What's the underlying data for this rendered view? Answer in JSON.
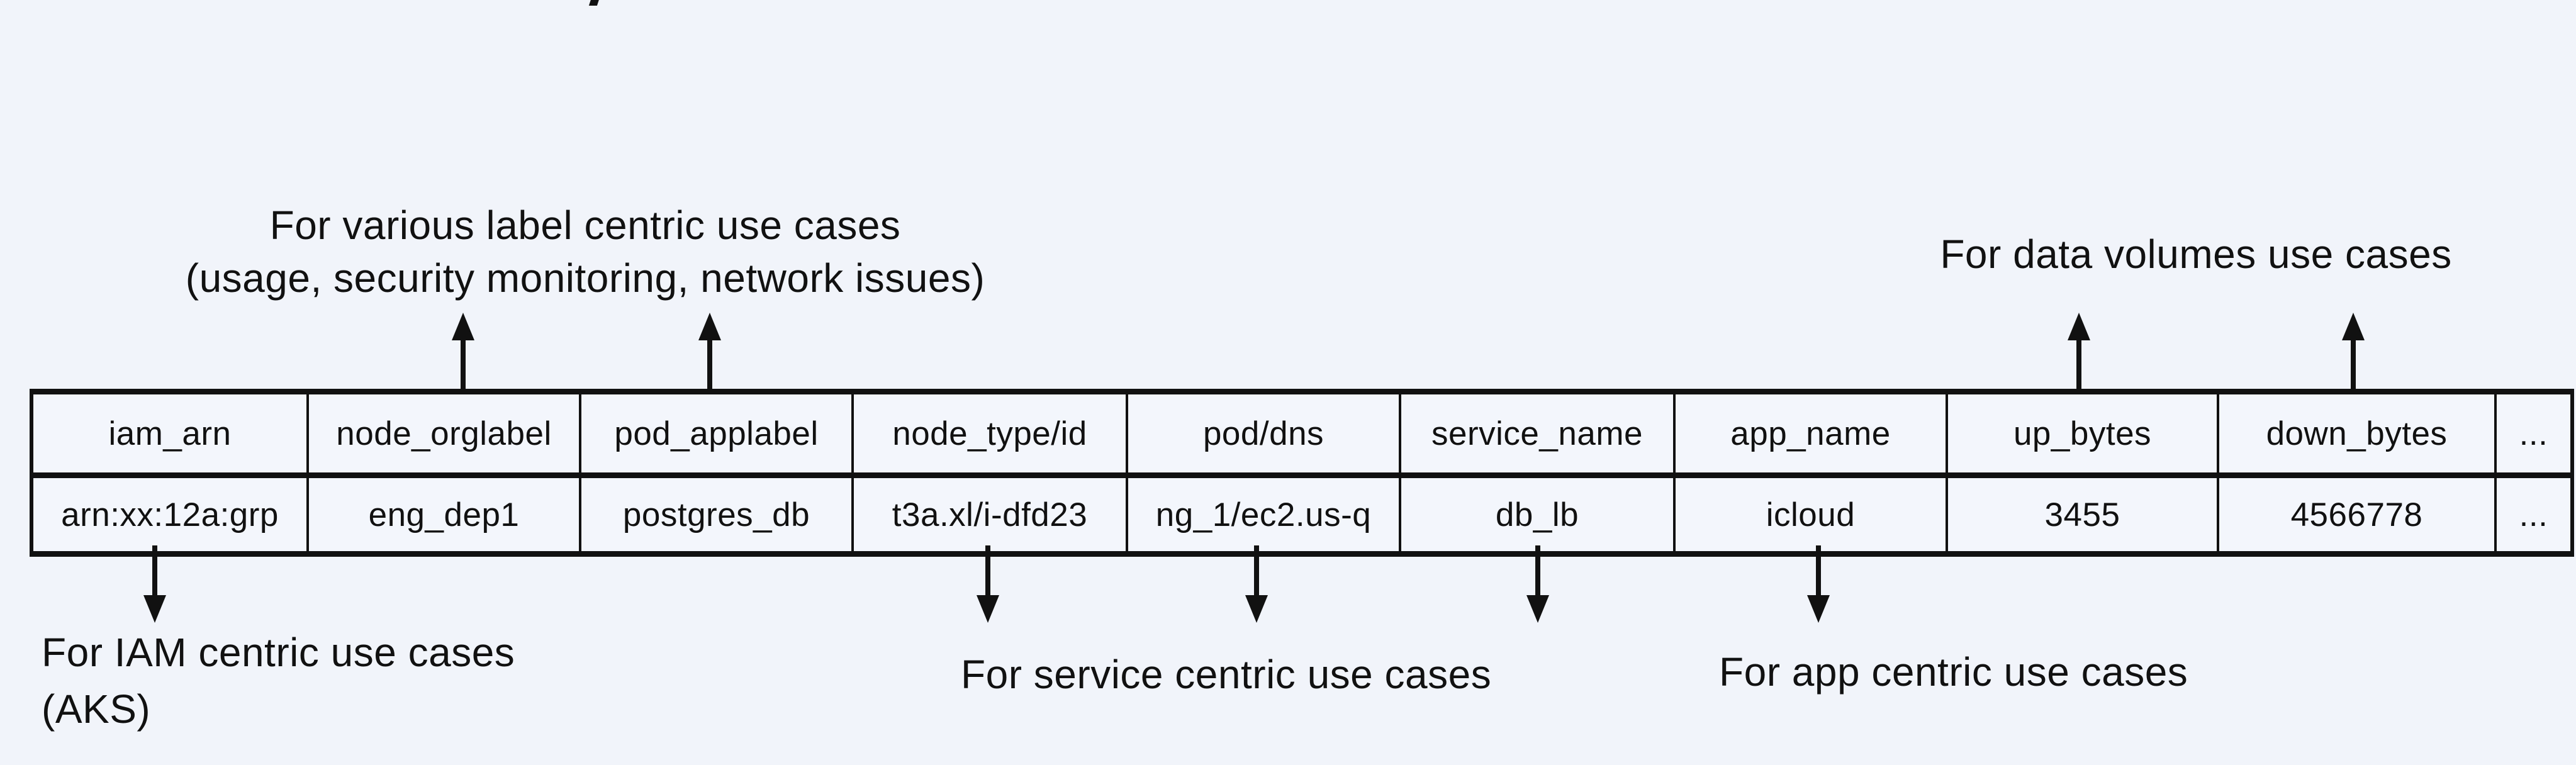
{
  "colors": {
    "background": "#f1f4fa",
    "cell_fill": "#f3f6fc",
    "ink": "#111111"
  },
  "fragment_note": "tiny cropped glyph at top edge",
  "annotations": {
    "label_centric": {
      "line1": "For various label centric use cases",
      "line2": "(usage, security monitoring, network issues)"
    },
    "data_volumes": {
      "text": "For data volumes use cases"
    },
    "iam_centric": {
      "line1": "For IAM centric use cases",
      "line2": "(AKS)"
    },
    "service_centric": {
      "text": "For service centric use cases"
    },
    "app_centric": {
      "text": "For app centric use cases"
    }
  },
  "table": {
    "columns": [
      {
        "header": "iam_arn",
        "value": "arn:xx:12a:grp"
      },
      {
        "header": "node_orglabel",
        "value": "eng_dep1"
      },
      {
        "header": "pod_applabel",
        "value": "postgres_db"
      },
      {
        "header": "node_type/id",
        "value": "t3a.xl/i-dfd23"
      },
      {
        "header": "pod/dns",
        "value": "ng_1/ec2.us-q"
      },
      {
        "header": "service_name",
        "value": "db_lb"
      },
      {
        "header": "app_name",
        "value": "icloud"
      },
      {
        "header": "up_bytes",
        "value": "3455"
      },
      {
        "header": "down_bytes",
        "value": "4566778"
      },
      {
        "header": "...",
        "value": "..."
      }
    ]
  }
}
